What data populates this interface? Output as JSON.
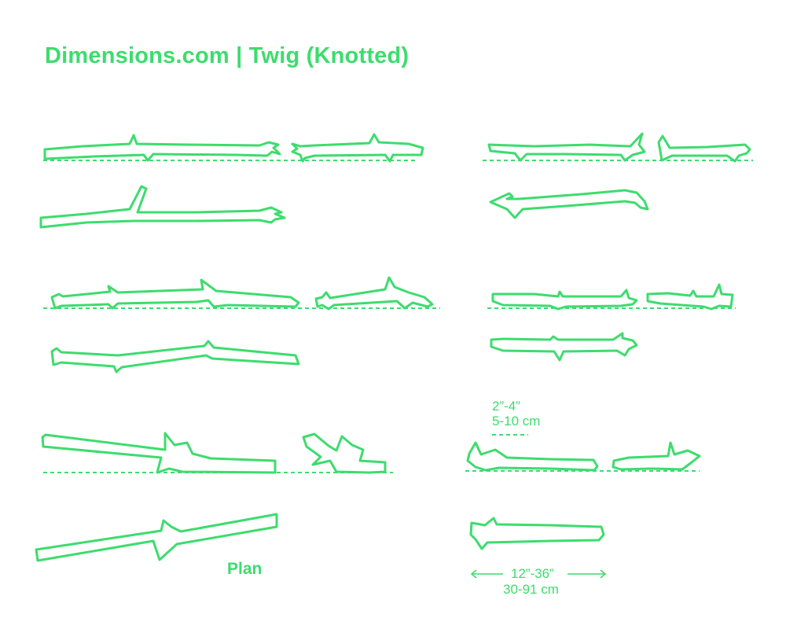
{
  "header": {
    "title": "Dimensions.com | Twig (Knotted)"
  },
  "labels": {
    "plan": "Plan",
    "diameter_imperial": "2”-4”",
    "diameter_metric": "5-10 cm",
    "length_imperial": "12”-36”",
    "length_metric": "30-91 cm"
  },
  "colors": {
    "accent": "#3ddc6e",
    "background": "#ffffff"
  }
}
